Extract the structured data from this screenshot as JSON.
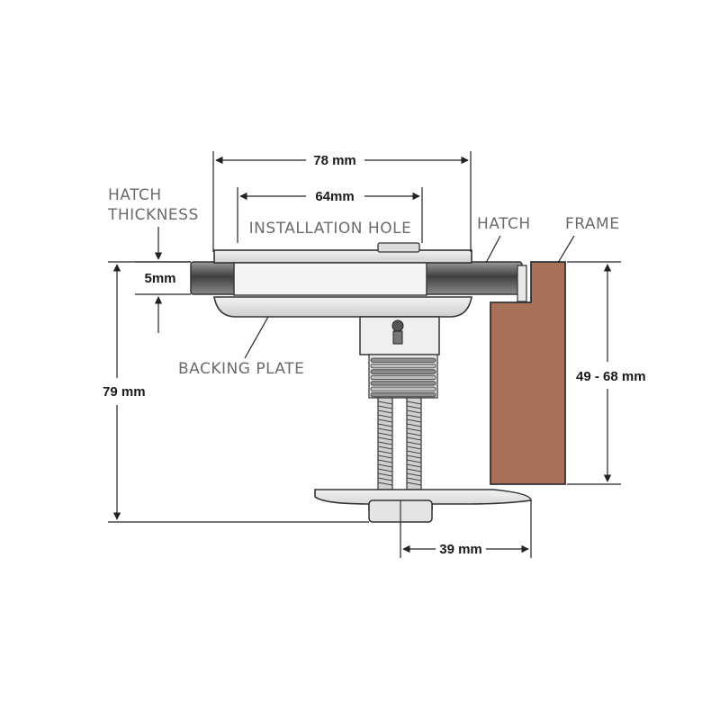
{
  "dimensions": {
    "overall_width": "78 mm",
    "hole_width": "64mm",
    "thickness": "5mm",
    "total_height": "79 mm",
    "frame_range": "49 - 68 mm",
    "offset": "39 mm"
  },
  "labels": {
    "hatch_thickness_1": "HATCH",
    "hatch_thickness_2": "THICKNESS",
    "installation_hole": "INSTALLATION HOLE",
    "hatch": "HATCH",
    "frame": "FRAME",
    "backing_plate": "BACKING PLATE"
  },
  "colors": {
    "frame_wood": "#a9705a",
    "metal_dark": "#555555",
    "metal_light": "#d9d9d9"
  }
}
